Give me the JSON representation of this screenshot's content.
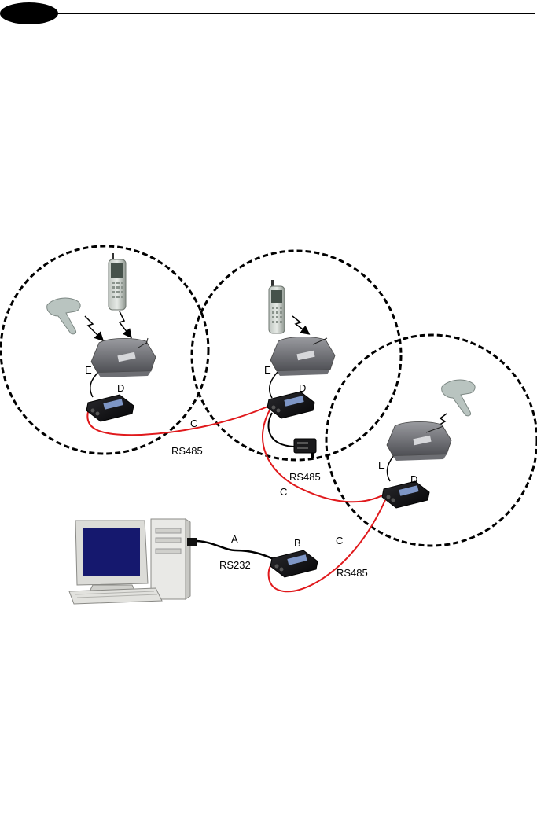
{
  "page": {
    "header_badge_color": "#000000"
  },
  "diagram": {
    "labels": {
      "a": "A",
      "b": "B",
      "c1": "C",
      "c2": "C",
      "c3": "C",
      "d1": "D",
      "d2": "D",
      "d3": "D",
      "e1": "E",
      "e2": "E",
      "e3": "E",
      "rs485_1": "RS485",
      "rs485_2": "RS485",
      "rs485_3": "RS485",
      "rs232": "RS232"
    },
    "colors": {
      "rs485_cable": "#e0191c",
      "cable": "#000000",
      "coverage_circle": "#000000"
    },
    "icons": [
      "handheld-scanner-icon",
      "mobile-terminal-icon",
      "base-station-icon",
      "converter-box-icon",
      "desktop-computer-icon",
      "power-adapter-icon"
    ]
  }
}
